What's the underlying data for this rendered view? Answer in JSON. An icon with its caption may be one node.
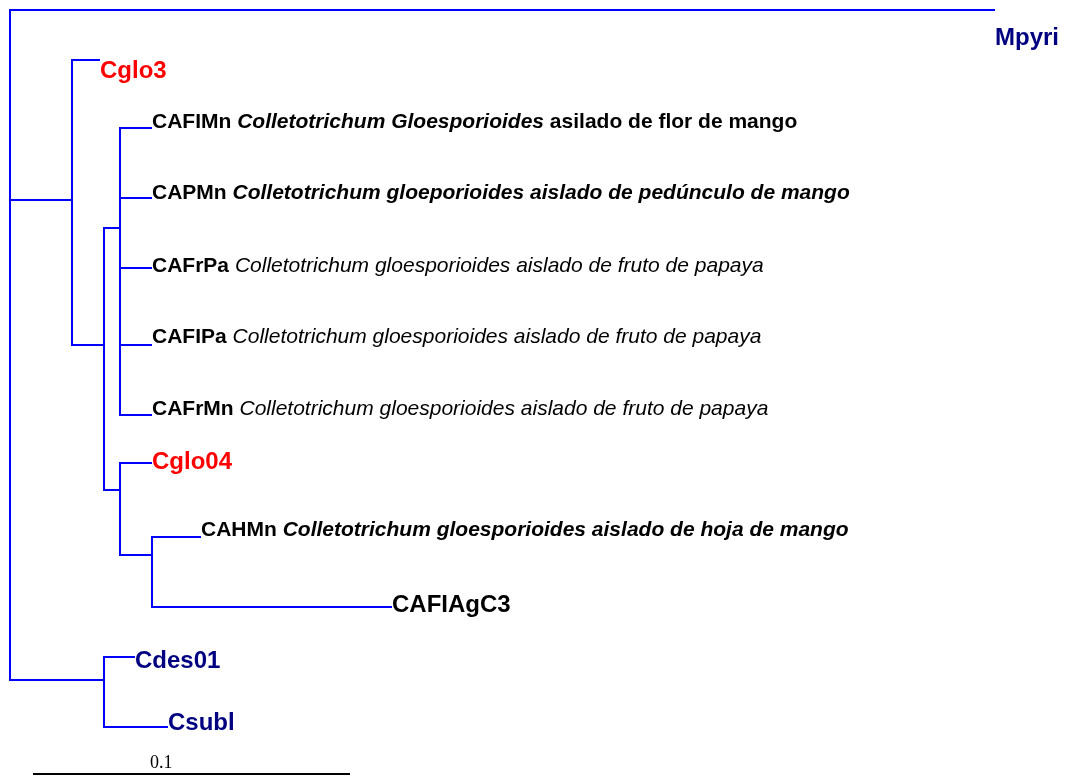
{
  "diagram": {
    "nodes": [
      {
        "text": [],
        "shape": "bar"
      },
      {
        "text": [
          "Mpyri"
        ]
      },
      {
        "text": [],
        "shape": "bar"
      },
      {
        "text": [
          "Cglo3"
        ]
      },
      {
        "text": [],
        "shape": "bar"
      },
      {
        "text": [],
        "shape": "bar"
      },
      {
        "text": [
          "CAFIMn *Colletotrichum Gloesporioides* asilado de flor de mango"
        ]
      },
      {
        "text": [
          "CAPMn *Colletotrichum gloeporioides aislado de pedúnculo de mango*"
        ]
      },
      {
        "text": [
          "**CAFrPa** *Colletotrichum gloesporioides aislado de fruto de papaya*"
        ]
      },
      {
        "text": [
          "**CAFIPa** *Colletotrichum gloesporioides aislado de fruto de papaya*"
        ]
      },
      {
        "text": [
          "**CAFrMn** *Colletotrichum gloesporioides aislado de fruto de papaya*"
        ]
      },
      {
        "text": [],
        "shape": "bar"
      },
      {
        "text": [
          "Cglo04"
        ]
      },
      {
        "text": [],
        "shape": "bar"
      },
      {
        "text": [
          "CAHMn *Colletotrichum gloesporioides aislado de hoja de mango*"
        ]
      },
      {
        "text": [
          "CAFIAgC3"
        ]
      },
      {
        "text": [],
        "shape": "bar"
      },
      {
        "text": [
          "Cdes01"
        ]
      },
      {
        "text": [
          "Csubl"
        ]
      }
    ],
    "edges": [
      {
        "from": 0,
        "to": 1,
        "arrow": "none"
      },
      {
        "from": 0,
        "to": 2,
        "arrow": "none"
      },
      {
        "from": 0,
        "to": 16,
        "arrow": "none"
      },
      {
        "from": 2,
        "to": 3,
        "arrow": "none"
      },
      {
        "from": 2,
        "to": 4,
        "arrow": "none"
      },
      {
        "from": 4,
        "to": 5,
        "arrow": "none"
      },
      {
        "from": 4,
        "to": 11,
        "arrow": "none"
      },
      {
        "from": 5,
        "to": 6,
        "arrow": "none"
      },
      {
        "from": 5,
        "to": 7,
        "arrow": "none"
      },
      {
        "from": 5,
        "to": 8,
        "arrow": "none"
      },
      {
        "from": 5,
        "to": 9,
        "arrow": "none"
      },
      {
        "from": 5,
        "to": 10,
        "arrow": "none"
      },
      {
        "from": 11,
        "to": 12,
        "arrow": "none"
      },
      {
        "from": 11,
        "to": 13,
        "arrow": "none"
      },
      {
        "from": 13,
        "to": 14,
        "arrow": "none"
      },
      {
        "from": 13,
        "to": 15,
        "arrow": "none"
      },
      {
        "from": 16,
        "to": 17,
        "arrow": "none"
      },
      {
        "from": 16,
        "to": 18,
        "arrow": "none"
      }
    ],
    "labels": [
      "0.1"
    ]
  }
}
